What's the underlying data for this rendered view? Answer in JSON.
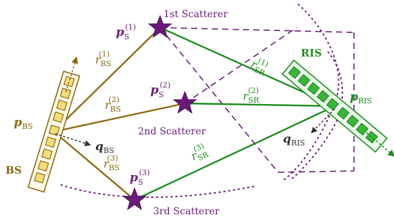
{
  "colors": {
    "bs": "#8b6914",
    "bs_fill": "#f5dc7a",
    "ris": "#1e8c1e",
    "ris_fill": "#3cb43c",
    "scatter": "#6a1b7a",
    "star_fill": "#6a1b7a",
    "arrow_dark": "#333333"
  },
  "labels": {
    "scatterer1": "1st Scatterer",
    "scatterer2": "2nd Scatterer",
    "scatterer3": "3rd Scatterer",
    "bs_tag": "BS",
    "ris_tag": "RIS"
  },
  "symbols": {
    "p_main": "p",
    "p_s_sub": "S",
    "sup1": "(1)",
    "sup2": "(2)",
    "sup3": "(3)",
    "p_bs_sub": "BS",
    "q_bs_main": "q",
    "q_bs_sub": "BS",
    "p_ris_main": "p",
    "p_ris_sub": "RIS",
    "q_ris_main": "q",
    "q_ris_sub": "RIS",
    "r_main": "r",
    "r_bs_sub": "BS",
    "r_sr_sub": "SR"
  },
  "icons": {
    "scatterer": "star-icon",
    "element": "square-element-icon"
  }
}
